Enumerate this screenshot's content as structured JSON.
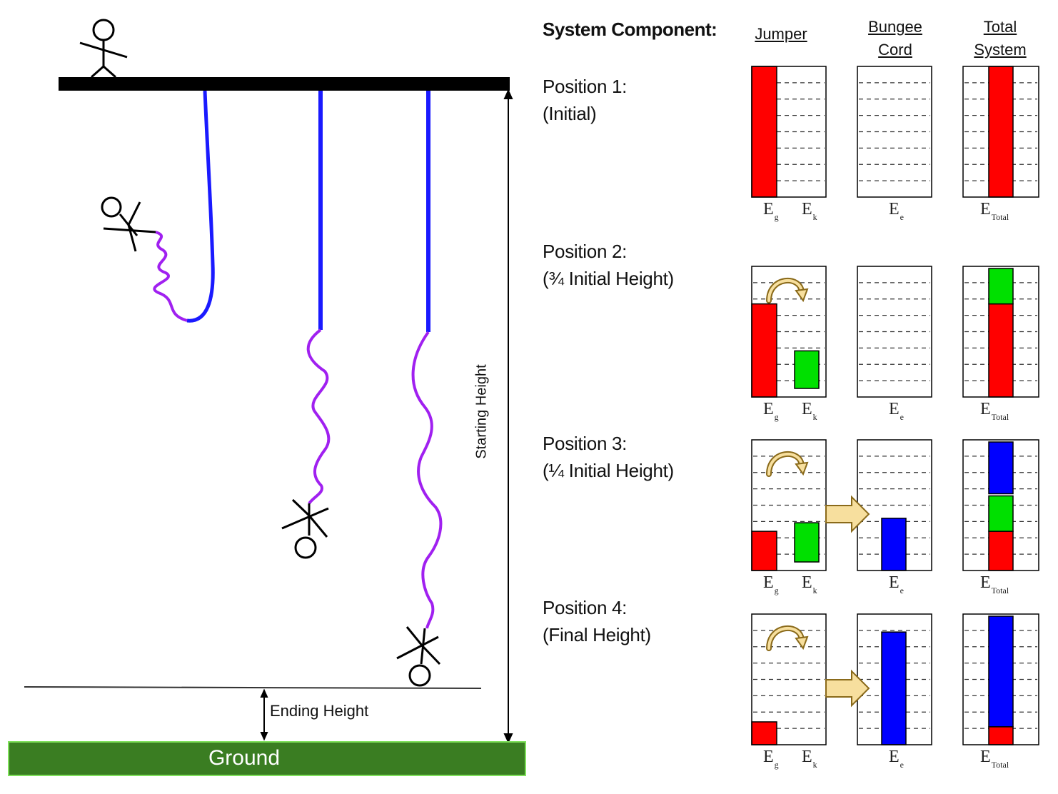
{
  "headers": {
    "system_component": "System Component:",
    "jumper": "Jumper",
    "bungee_line1": "Bungee",
    "bungee_line2": "Cord",
    "total_line1": "Total",
    "total_line2": "System"
  },
  "positions": [
    {
      "title": "Position 1:",
      "subtitle": "(Initial)",
      "jumper_bars": {
        "Eg": 8,
        "Ek": 0
      },
      "cord_bar": {
        "Ee": 0
      },
      "total_stack": [
        {
          "component": "Eg",
          "value": 8,
          "color": "#ff0000"
        }
      ],
      "arrow_jumper": false,
      "arrow_to_cord": false
    },
    {
      "title": "Position 2:",
      "subtitle": "(¾ Initial Height)",
      "jumper_bars": {
        "Eg": 5.7,
        "Ek": 2.3
      },
      "cord_bar": {
        "Ee": 0
      },
      "total_stack": [
        {
          "component": "Eg",
          "value": 5.7,
          "color": "#ff0000"
        },
        {
          "component": "Ek",
          "value": 2.3,
          "color": "#00e000"
        }
      ],
      "arrow_jumper": true,
      "arrow_to_cord": false
    },
    {
      "title": "Position 3:",
      "subtitle": "(¼ Initial Height)",
      "jumper_bars": {
        "Eg": 2.4,
        "Ek": 2.4
      },
      "cord_bar": {
        "Ee": 3.2
      },
      "total_stack": [
        {
          "component": "Eg",
          "value": 2.4,
          "color": "#ff0000"
        },
        {
          "component": "Ek",
          "value": 2.3,
          "color": "#00e000"
        },
        {
          "component": "Ee",
          "value": 3.3,
          "color": "#0000ff"
        }
      ],
      "arrow_jumper": true,
      "arrow_to_cord": true
    },
    {
      "title": "Position 4:",
      "subtitle": "(Final Height)",
      "jumper_bars": {
        "Eg": 1.4,
        "Ek": 0
      },
      "cord_bar": {
        "Ee": 6.9
      },
      "total_stack": [
        {
          "component": "Eg",
          "value": 1.1,
          "color": "#ff0000"
        },
        {
          "component": "Ee",
          "value": 6.9,
          "color": "#0000ff"
        }
      ],
      "arrow_jumper": true,
      "arrow_to_cord": true
    }
  ],
  "energy_labels": {
    "Eg_main": "E",
    "Eg_sub": "g",
    "Ek_main": "E",
    "Ek_sub": "k",
    "Ee_main": "E",
    "Ee_sub": "e",
    "Et_main": "E",
    "Et_sub": "Total"
  },
  "scene": {
    "starting_height_label": "Starting Height",
    "ending_height_label": "Ending Height",
    "ground_label": "Ground"
  },
  "colors": {
    "gravitational": "#ff0000",
    "kinetic": "#00e000",
    "elastic": "#0000ff",
    "cord": "#1a1aff",
    "spring": "#a020f0",
    "ground": "#3a7d22",
    "arrow_fill": "#f7df9e",
    "arrow_stroke": "#8a6a1a"
  }
}
